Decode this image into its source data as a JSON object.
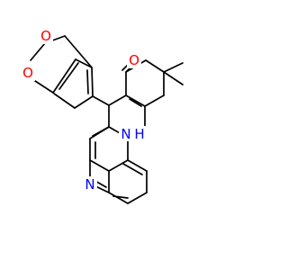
{
  "atoms": {
    "o_ring_1": "O",
    "o_ring_2": "O",
    "o_ketone": "O",
    "n_amine": "N",
    "h_amine": "H",
    "n_pyridine": "N"
  },
  "colors": {
    "oxygen": "#ff0000",
    "nitrogen": "#0000ff",
    "bond": "#000000",
    "background": "#ffffff"
  }
}
